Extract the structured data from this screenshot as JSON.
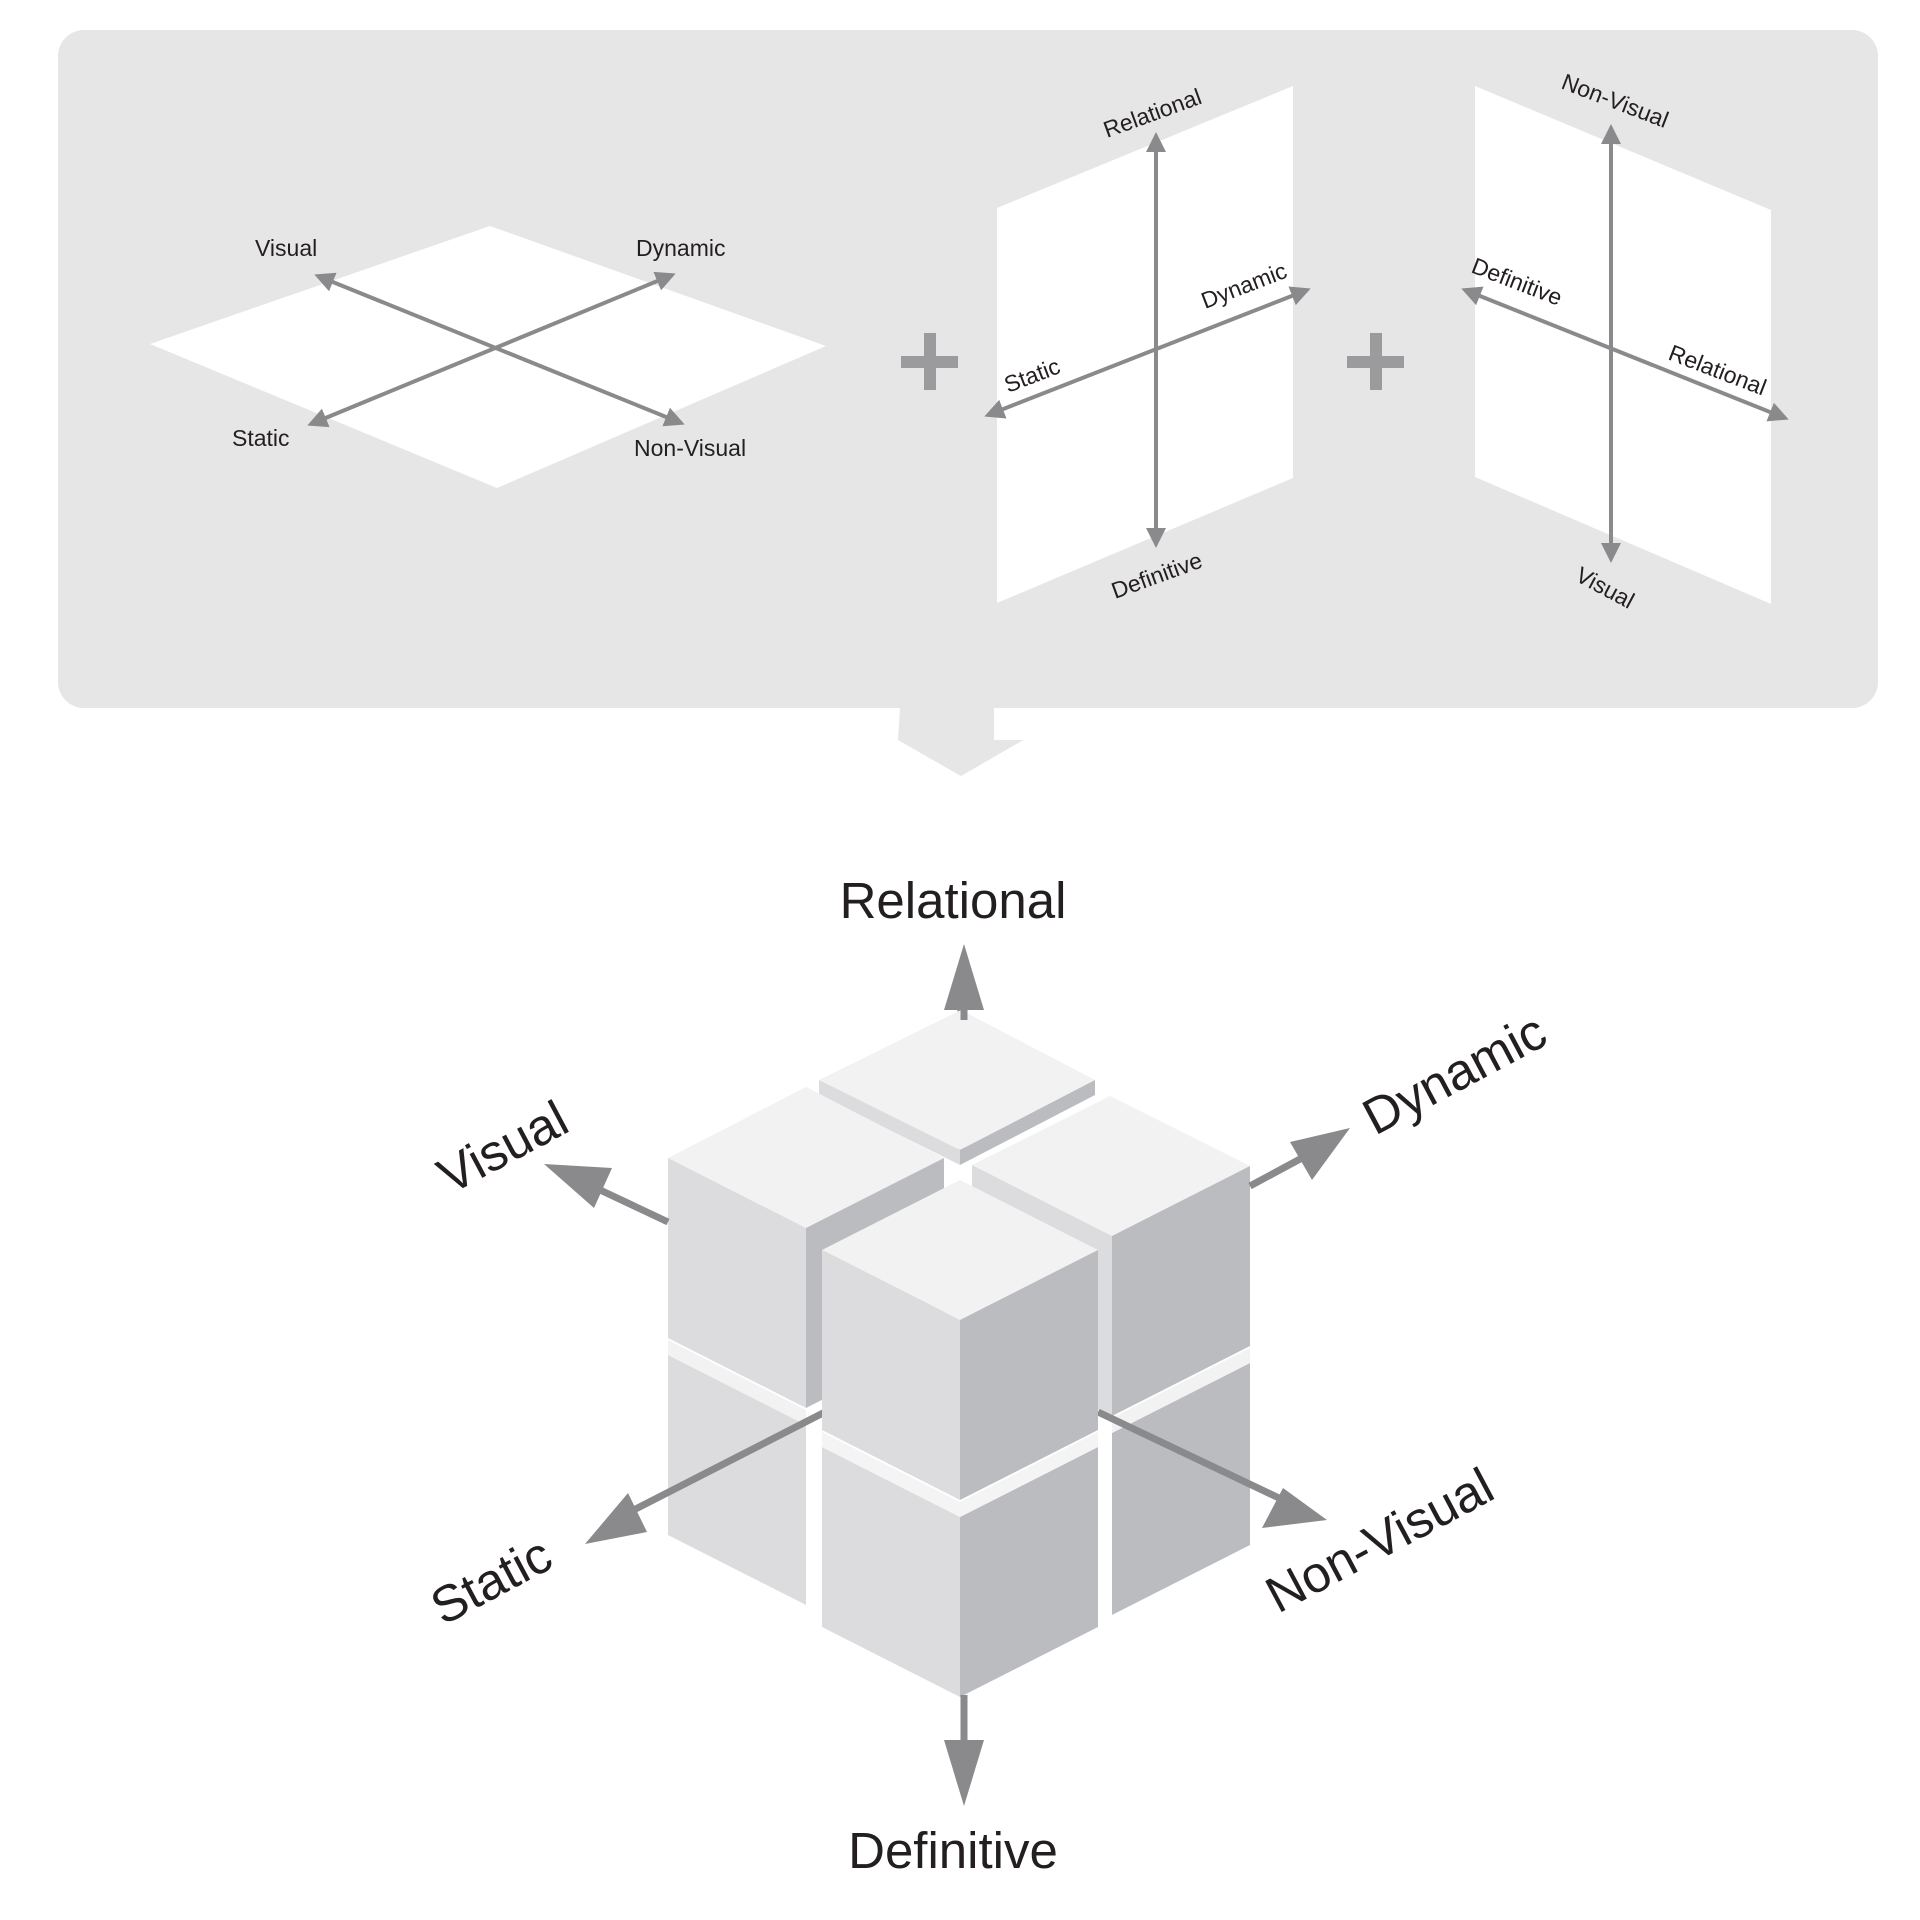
{
  "planes": [
    {
      "name": "horizontal",
      "labels": {
        "visual": "Visual",
        "dynamic": "Dynamic",
        "static": "Static",
        "non_visual": "Non-Visual"
      }
    },
    {
      "name": "vertical-front",
      "labels": {
        "relational": "Relational",
        "dynamic": "Dynamic",
        "static": "Static",
        "definitive": "Definitive"
      }
    },
    {
      "name": "vertical-side",
      "labels": {
        "non_visual": "Non-Visual",
        "definitive": "Definitive",
        "relational": "Relational",
        "visual": "Visual"
      }
    }
  ],
  "operators": [
    "+",
    "+"
  ],
  "cube": {
    "labels": {
      "relational": "Relational",
      "dynamic": "Dynamic",
      "visual": "Visual",
      "static": "Static",
      "non_visual": "Non-Visual",
      "definitive": "Definitive"
    }
  },
  "colors": {
    "panel": "#e6e6e6",
    "axis": "#8a8a8c",
    "cube_top": "#f2f2f3",
    "cube_left": "#dcdcde",
    "cube_right": "#bbbcbf"
  }
}
